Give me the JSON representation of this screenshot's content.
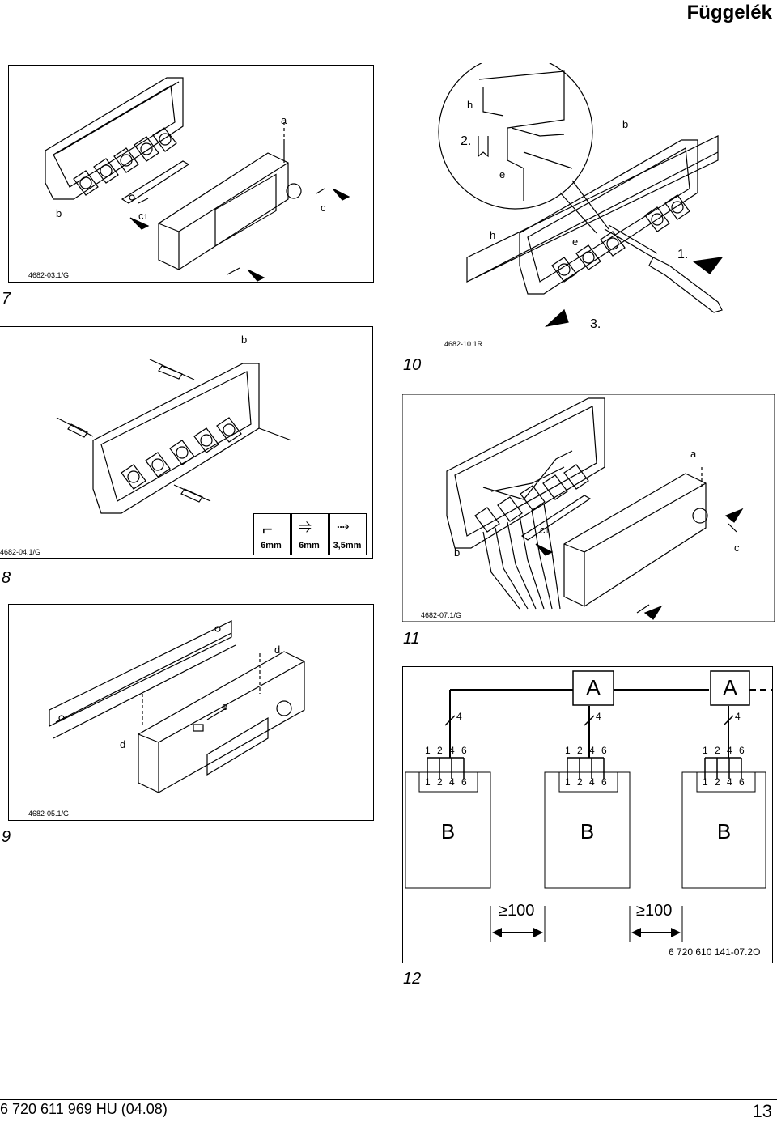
{
  "header": {
    "title": "Függelék"
  },
  "figures": {
    "fig7": {
      "number": "7",
      "code": "4682-03.1/G",
      "labels": {
        "a": "a",
        "b": "b",
        "c1": "c",
        "c1_sub": "1",
        "c": "c"
      }
    },
    "fig10": {
      "number": "10",
      "code": "4682-10.1R",
      "labels": {
        "h_top": "h",
        "b": "b",
        "step2": "2.",
        "e_top": "e",
        "h": "h",
        "e": "e",
        "step1": "1.",
        "step3": "3."
      }
    },
    "fig8": {
      "number": "8",
      "code": "4682-04.1/G",
      "labels": {
        "b": "b"
      },
      "tools": [
        "6mm",
        "6mm",
        "3,5mm"
      ]
    },
    "fig11": {
      "number": "11",
      "code": "4682-07.1/G",
      "labels": {
        "a": "a",
        "b": "b",
        "c1": "c",
        "c1_sub": "1",
        "c": "c"
      }
    },
    "fig9": {
      "number": "9",
      "code": "4682-05.1/G",
      "labels": {
        "d_top": "d",
        "e": "e",
        "d": "d"
      }
    },
    "fig12": {
      "number": "12",
      "code": "6 720 610 141-07.2O",
      "box_a": "A",
      "box_b": "B",
      "wire_count": "4",
      "terminals": [
        "1",
        "2",
        "4",
        "6"
      ],
      "distance": "100",
      "distance_symbol": "≥"
    }
  },
  "footer": {
    "doc_id": "6 720 611 969 HU (04.08)",
    "page": "13"
  }
}
